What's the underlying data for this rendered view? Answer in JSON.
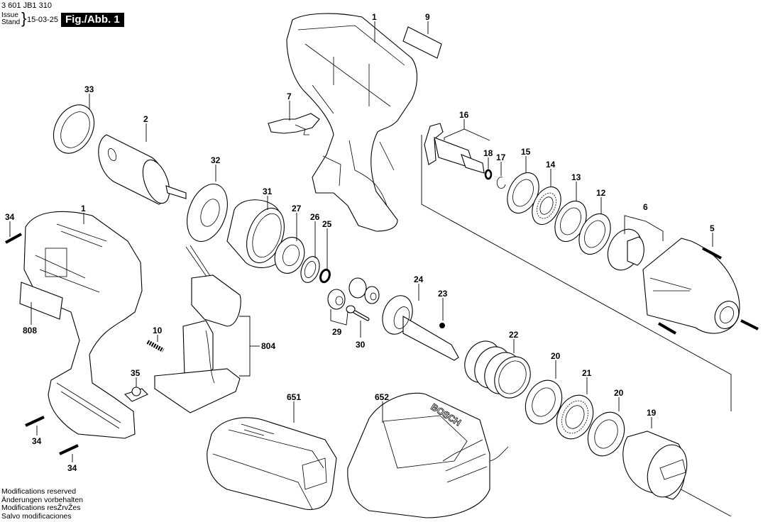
{
  "header": {
    "doc_number": "3 601 JB1 310",
    "issue_label_line1": "Issue",
    "issue_label_line2": "Stand",
    "issue_date": "15-03-25",
    "figure_label": "Fig./Abb. 1"
  },
  "footer": {
    "lines": [
      "Modifications reserved",
      "Änderungen vorbehalten",
      "Modifications resŽrvŽes",
      "Salvo modificaciones"
    ]
  },
  "diagram": {
    "subject": "Cordless impact wrench exploded parts view",
    "brand_on_charger": "BOSCH",
    "part_labels": [
      {
        "id": "p1a",
        "number": "1",
        "part": "housing-half-top"
      },
      {
        "id": "p9",
        "number": "9",
        "part": "nameplate"
      },
      {
        "id": "p33",
        "number": "33",
        "part": "motor-ring"
      },
      {
        "id": "p7",
        "number": "7",
        "part": "direction-switch"
      },
      {
        "id": "p2",
        "number": "2",
        "part": "motor"
      },
      {
        "id": "p32",
        "number": "32",
        "part": "motor-bearing-plate"
      },
      {
        "id": "p16",
        "number": "16",
        "part": "anvil-set"
      },
      {
        "id": "p18",
        "number": "18",
        "part": "o-ring"
      },
      {
        "id": "p17",
        "number": "17",
        "part": "retaining-ring"
      },
      {
        "id": "p15",
        "number": "15",
        "part": "washer"
      },
      {
        "id": "p14",
        "number": "14",
        "part": "needle-thrust-bearing"
      },
      {
        "id": "p13",
        "number": "13",
        "part": "washer"
      },
      {
        "id": "p12",
        "number": "12",
        "part": "washer"
      },
      {
        "id": "p6",
        "number": "6",
        "part": "hammer-case-set"
      },
      {
        "id": "p5",
        "number": "5",
        "part": "screw"
      },
      {
        "id": "p31",
        "number": "31",
        "part": "ring-gear"
      },
      {
        "id": "p27",
        "number": "27",
        "part": "ball-bearing"
      },
      {
        "id": "p26",
        "number": "26",
        "part": "washer"
      },
      {
        "id": "p25",
        "number": "25",
        "part": "o-ring"
      },
      {
        "id": "p34a",
        "number": "34",
        "part": "screw"
      },
      {
        "id": "p1b",
        "number": "1",
        "part": "housing-half-side"
      },
      {
        "id": "p808",
        "number": "808",
        "part": "type-label"
      },
      {
        "id": "p10",
        "number": "10",
        "part": "spring"
      },
      {
        "id": "p804",
        "number": "804",
        "part": "switch-assembly"
      },
      {
        "id": "p35",
        "number": "35",
        "part": "led"
      },
      {
        "id": "p29",
        "number": "29",
        "part": "planet-gear-set"
      },
      {
        "id": "p30",
        "number": "30",
        "part": "pin"
      },
      {
        "id": "p24",
        "number": "24",
        "part": "spindle"
      },
      {
        "id": "p23",
        "number": "23",
        "part": "steel-ball"
      },
      {
        "id": "p22",
        "number": "22",
        "part": "compression-spring"
      },
      {
        "id": "p20a",
        "number": "20",
        "part": "washer"
      },
      {
        "id": "p21",
        "number": "21",
        "part": "needle-thrust-bearing"
      },
      {
        "id": "p20b",
        "number": "20",
        "part": "washer"
      },
      {
        "id": "p19",
        "number": "19",
        "part": "hammer"
      },
      {
        "id": "p34b",
        "number": "34",
        "part": "screw"
      },
      {
        "id": "p34c",
        "number": "34",
        "part": "screw"
      },
      {
        "id": "p651",
        "number": "651",
        "part": "battery-pack"
      },
      {
        "id": "p652",
        "number": "652",
        "part": "charger"
      }
    ]
  }
}
